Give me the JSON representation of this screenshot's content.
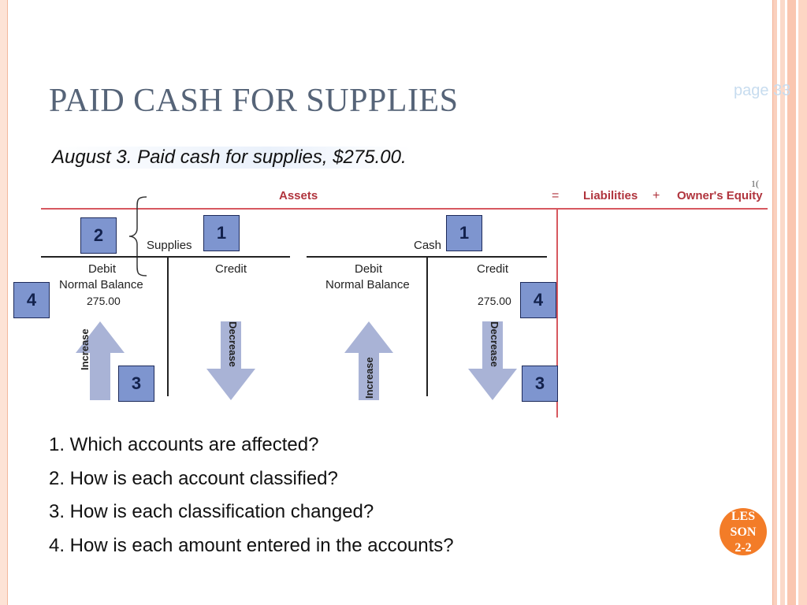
{
  "slide": {
    "title": "PAID CASH FOR SUPPLIES",
    "page_ref": "page 33",
    "subtitle": "August 3. Paid cash for supplies, $275.00.",
    "slide_number_fragment": "1("
  },
  "diagram": {
    "header": {
      "assets": "Assets",
      "equals": "=",
      "liabilities": "Liabilities",
      "plus": "+",
      "owners_equity": "Owner's Equity"
    },
    "accounts": [
      {
        "name": "Supplies",
        "debit_label": "Debit",
        "debit_normal": "Normal Balance",
        "debit_amount": "275.00",
        "credit_label": "Credit",
        "credit_amount": "",
        "increase_label": "Increase",
        "decrease_label": "Decrease",
        "classification_step": "2",
        "account_step": "1",
        "amount_step": "4",
        "change_step": "3"
      },
      {
        "name": "Cash",
        "debit_label": "Debit",
        "debit_normal": "Normal Balance",
        "debit_amount": "",
        "credit_label": "Credit",
        "credit_amount": "275.00",
        "increase_label": "Increase",
        "decrease_label": "Decrease",
        "account_step": "1",
        "amount_step": "4",
        "change_step": "3"
      }
    ],
    "colors": {
      "header_red": "#b0343d",
      "step_box": "#7e95cf",
      "arrow": "#a9b3d6"
    }
  },
  "questions": [
    "1. Which accounts are affected?",
    "2. How is each account classified?",
    "3. How is each classification changed?",
    "4. How is each amount entered in the accounts?"
  ],
  "badge": {
    "lines": [
      "LES",
      "SON",
      "2-2"
    ],
    "color": "#f37c28"
  }
}
